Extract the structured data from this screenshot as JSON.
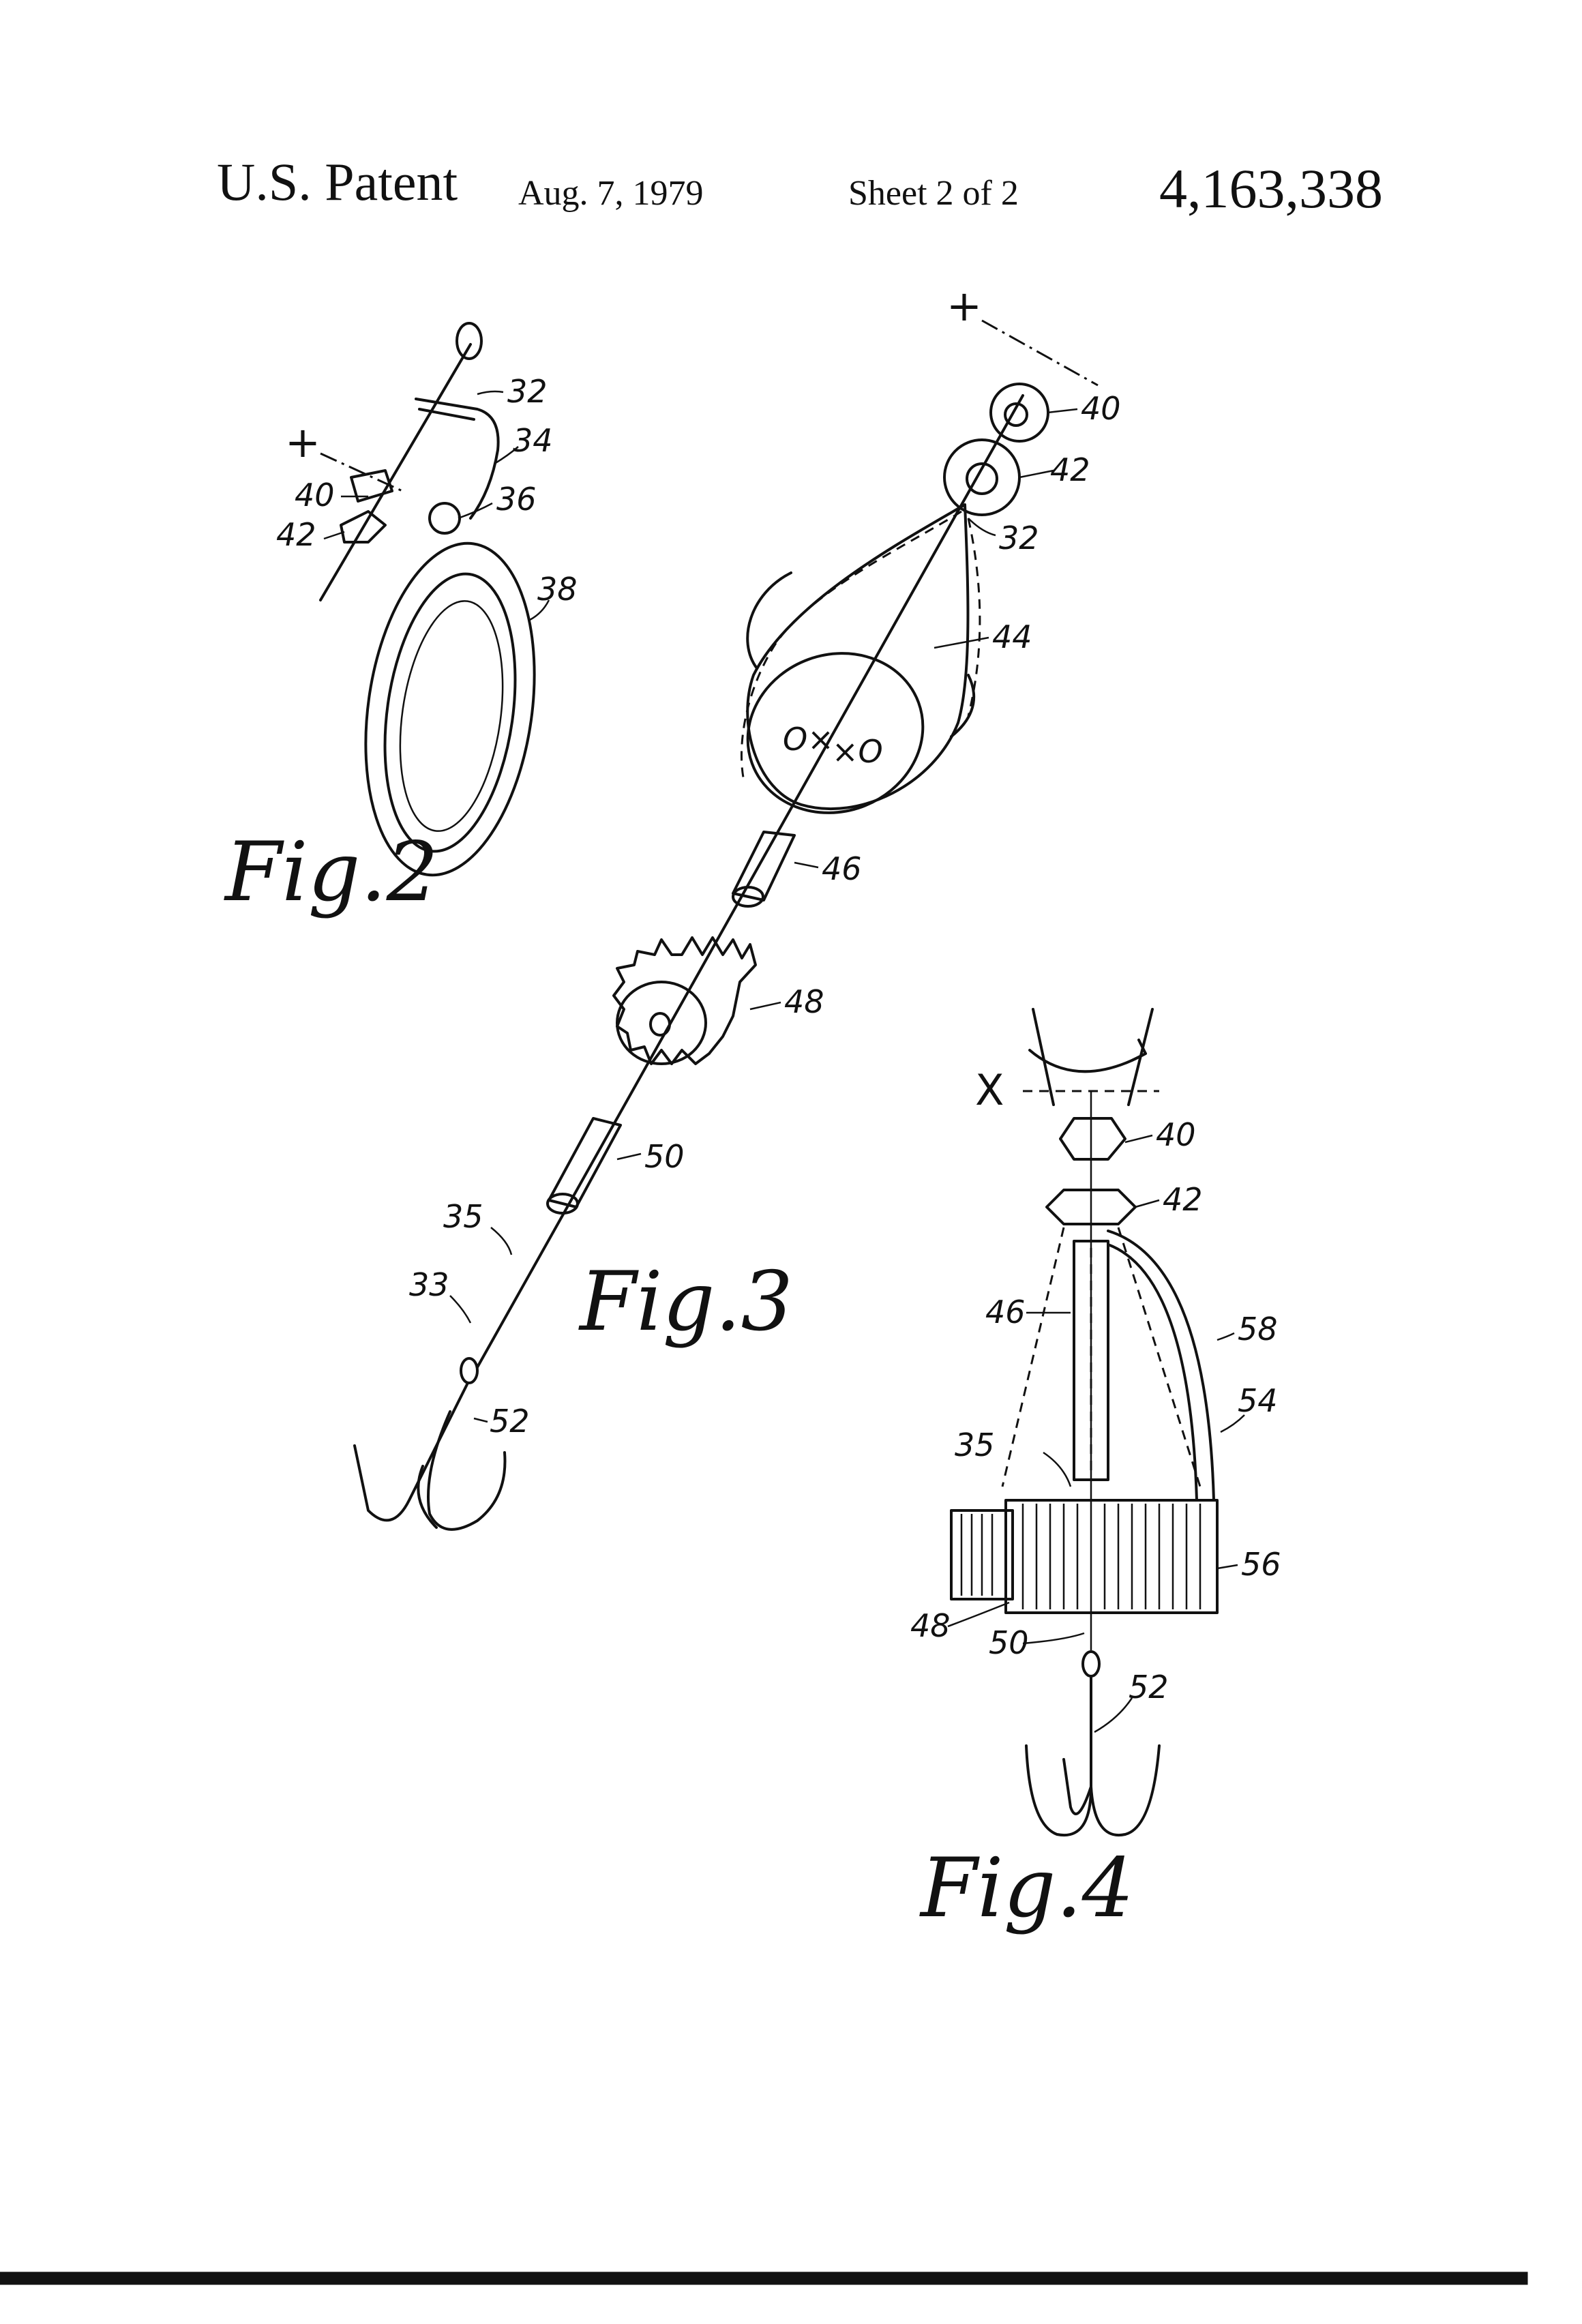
{
  "header": {
    "title": "U.S. Patent",
    "date": "Aug. 7, 1979",
    "sheet": "Sheet 2 of 2",
    "patent_number": "4,163,338"
  },
  "figures": {
    "fig2": {
      "caption": "Fig.2",
      "axis": "+",
      "labels": {
        "l32": "32",
        "l34": "34",
        "l36": "36",
        "l38": "38",
        "l40": "40",
        "l42": "42"
      }
    },
    "fig3": {
      "caption": "Fig.3",
      "axis": "+",
      "labels": {
        "l40": "40",
        "l42": "42",
        "l32": "32",
        "l44": "44",
        "l46": "46",
        "l48": "48",
        "l50": "50",
        "l35": "35",
        "l33": "33",
        "l52": "52"
      },
      "inner_marks": {
        "left": "O×",
        "right": "×O"
      }
    },
    "fig4": {
      "caption": "Fig.4",
      "axis": "X",
      "labels": {
        "l40": "40",
        "l42": "42",
        "l46": "46",
        "l58": "58",
        "l54": "54",
        "l35": "35",
        "l56": "56",
        "l48": "48",
        "l50": "50",
        "l52": "52"
      }
    }
  }
}
